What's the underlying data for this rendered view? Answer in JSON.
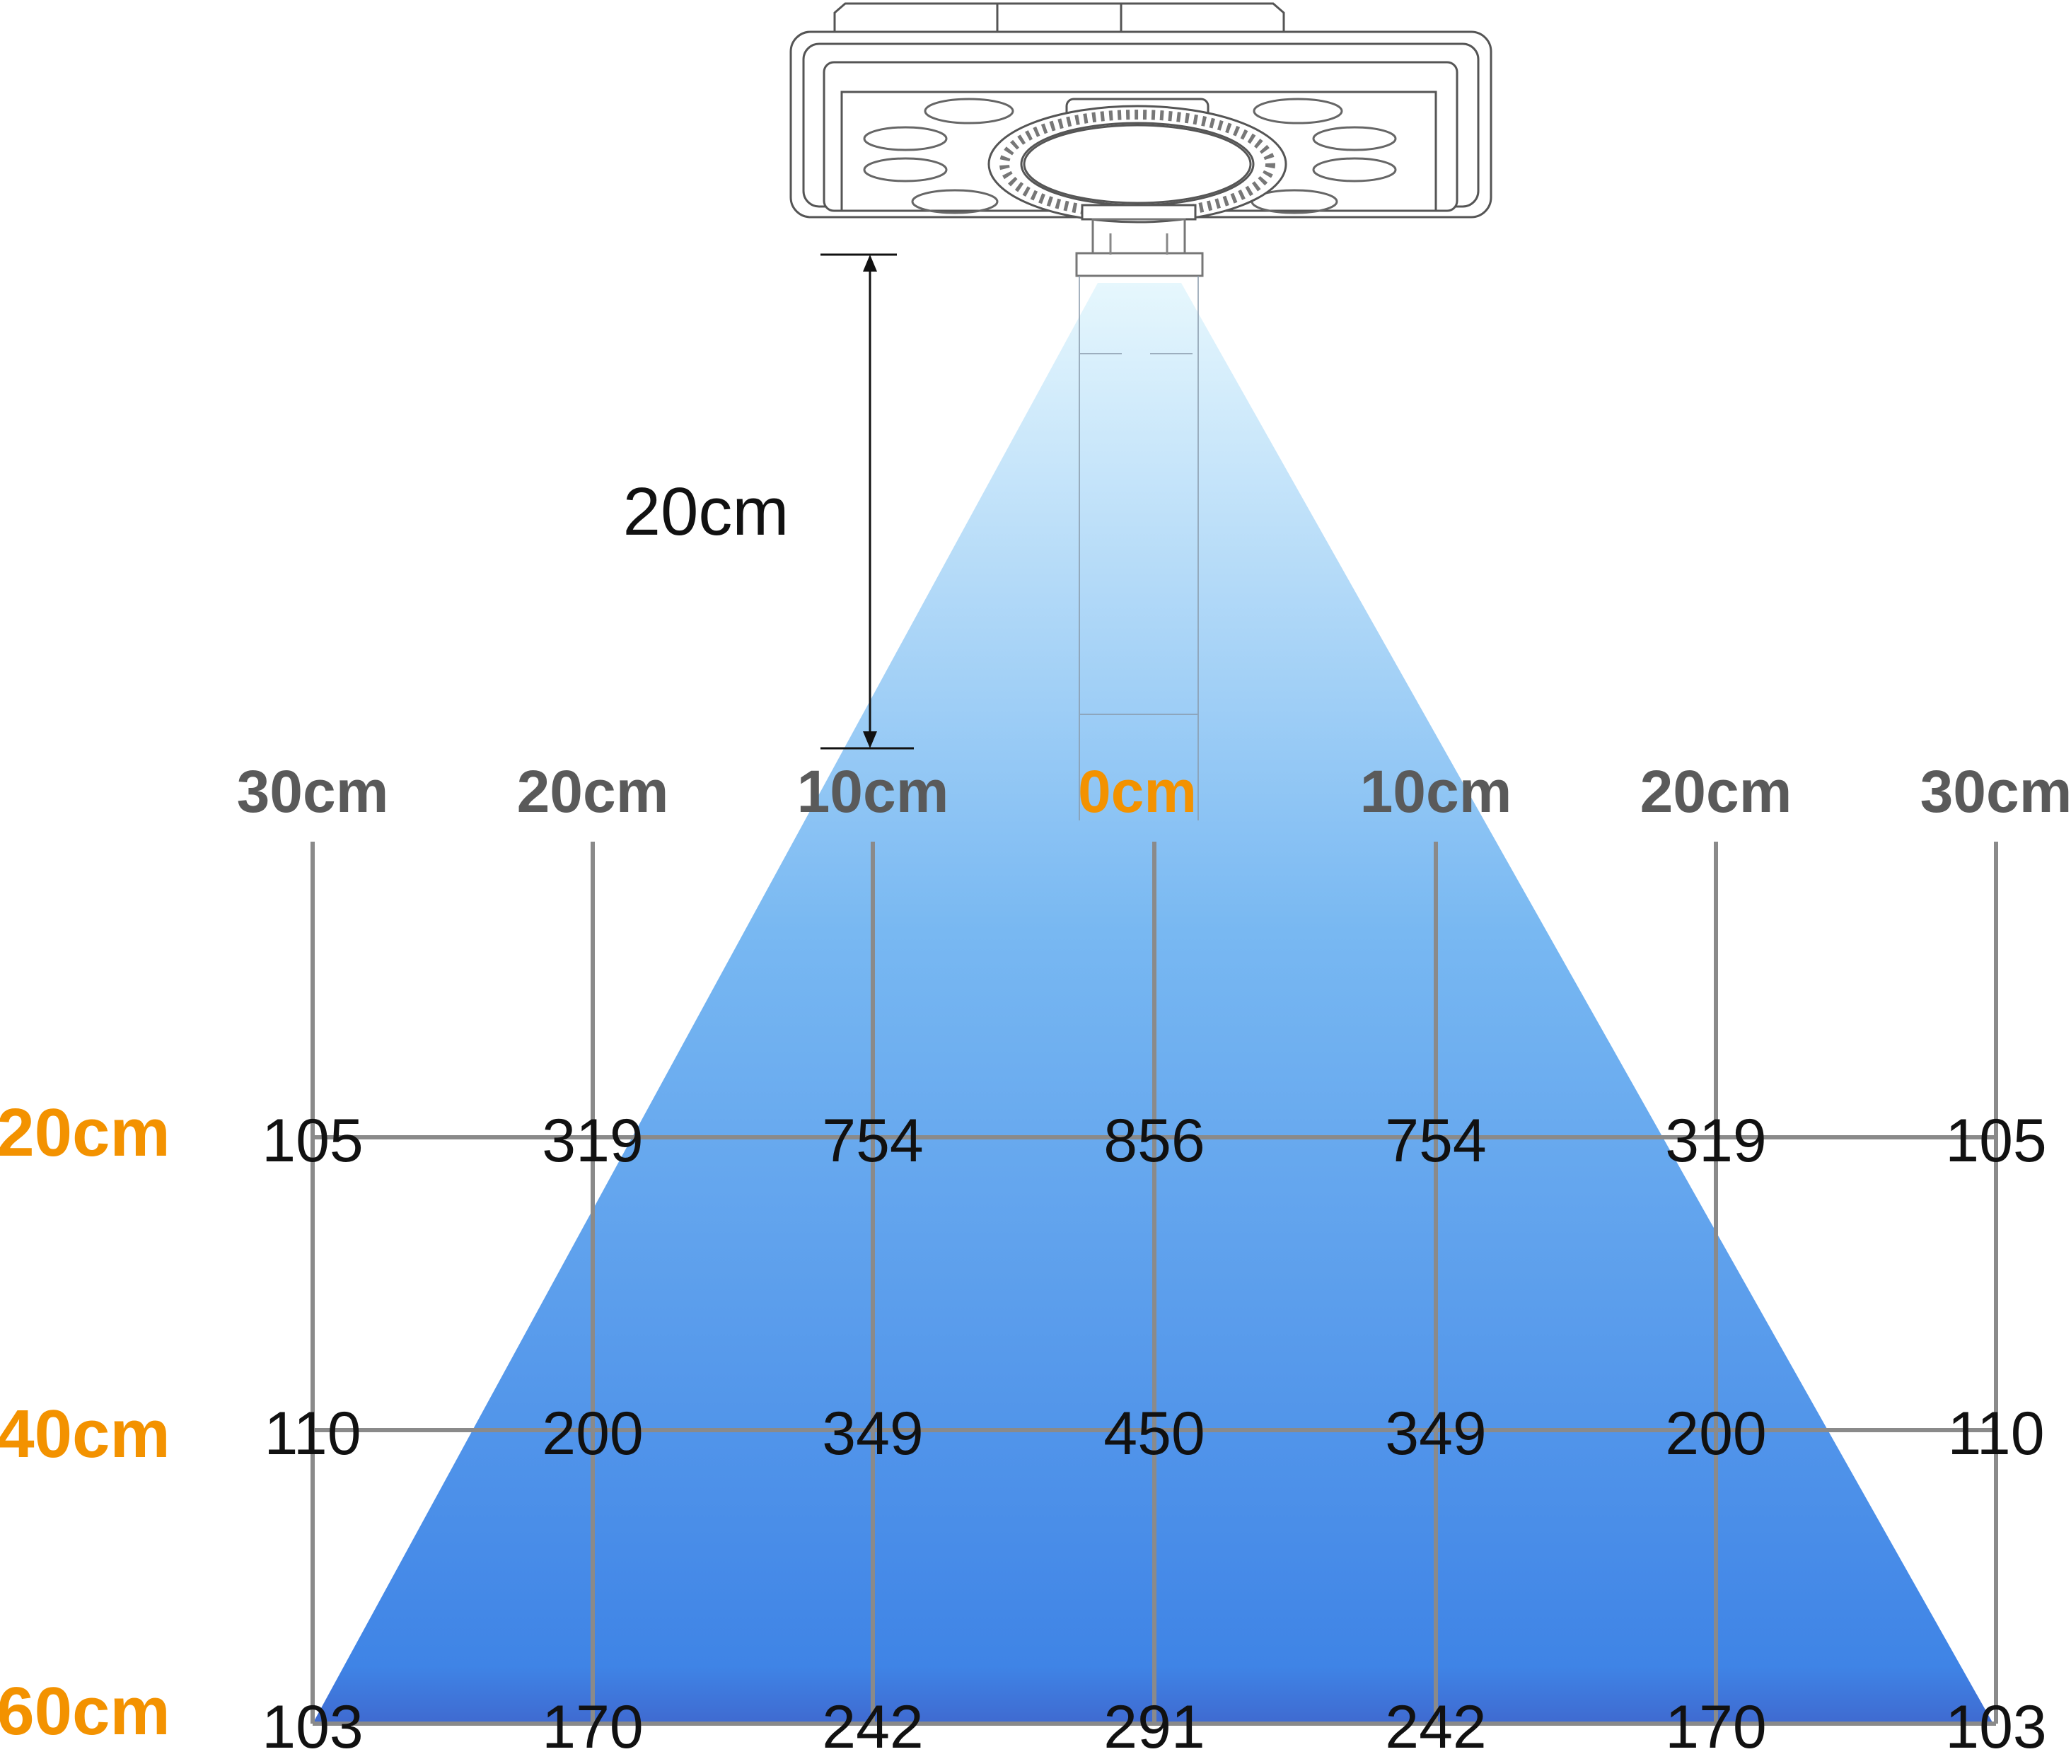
{
  "height_dimension": {
    "label": "20cm"
  },
  "horizontal_axis": {
    "labels": [
      "30cm",
      "20cm",
      "10cm",
      "0cm",
      "10cm",
      "20cm",
      "30cm"
    ],
    "center_label_color": "#f39200",
    "label_color": "#5a5a5a"
  },
  "vertical_axis": {
    "labels": [
      "20cm",
      "40cm",
      "60cm"
    ],
    "label_color": "#f39200"
  },
  "chart_data": {
    "type": "table",
    "columns": [
      "30cm",
      "20cm",
      "10cm",
      "0cm",
      "10cm",
      "20cm",
      "30cm"
    ],
    "rows": [
      {
        "distance": "20cm",
        "values": [
          "105",
          "319",
          "754",
          "856",
          "754",
          "319",
          "105"
        ]
      },
      {
        "distance": "40cm",
        "values": [
          "110",
          "200",
          "349",
          "450",
          "349",
          "200",
          "110"
        ]
      },
      {
        "distance": "60cm",
        "values": [
          "103",
          "170",
          "242",
          "291",
          "242",
          "170",
          "103"
        ]
      }
    ]
  },
  "colors": {
    "beam_top": "#e6f7fd",
    "beam_mid": "#78b8f2",
    "beam_bottom": "#3f70d4",
    "grid": "#8a8a8a",
    "values": "#111111",
    "lamp_stroke": "#555555"
  }
}
